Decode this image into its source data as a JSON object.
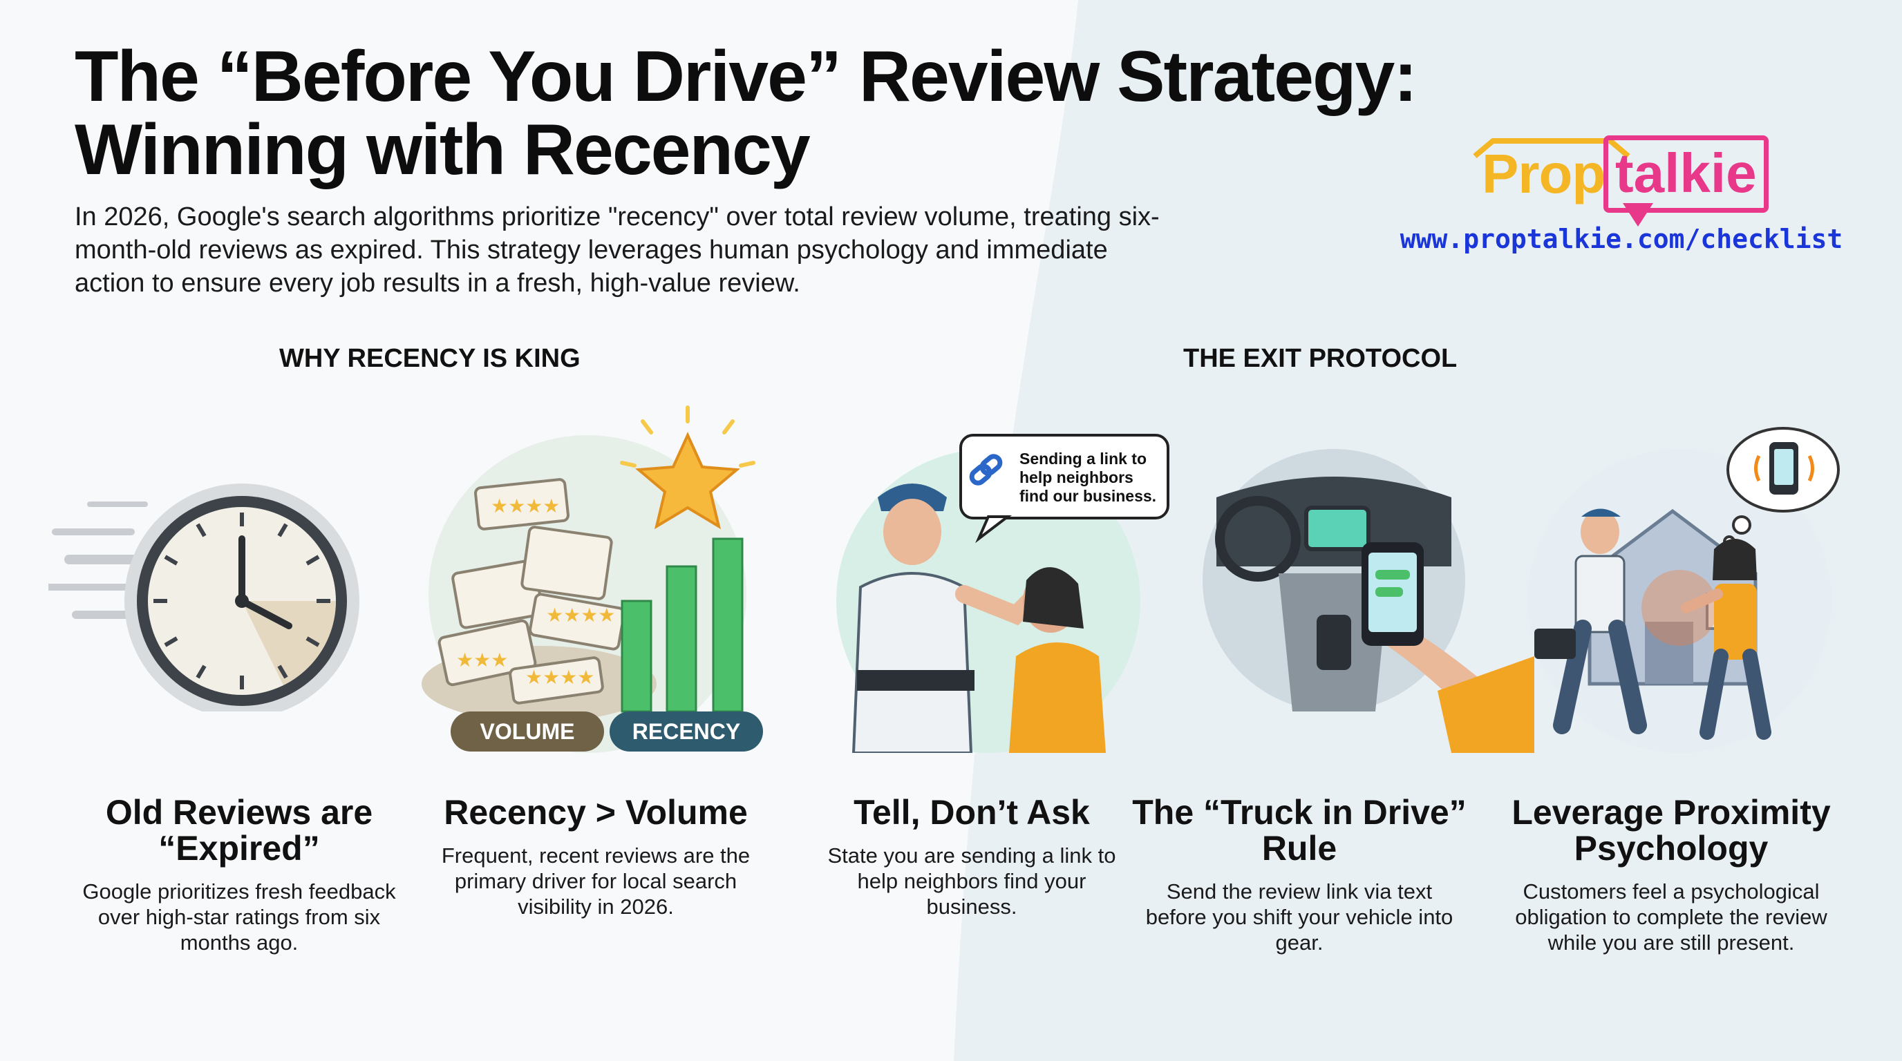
{
  "title_line1": "The “Before You Drive” Review Strategy:",
  "title_line2": "Winning with Recency",
  "subtitle": "In 2026, Google's search algorithms prioritize \"recency\" over total review volume, treating six-month-old reviews as expired. This strategy leverages human psychology and immediate action to ensure every job results in a fresh, high-value review.",
  "logo": {
    "part1": "Prop",
    "part2": "talkie"
  },
  "url": "www.proptalkie.com/checklist",
  "sections": {
    "left": "WHY RECENCY IS KING",
    "right": "THE EXIT PROTOCOL"
  },
  "illustrations": {
    "volume_label": "VOLUME",
    "recency_label": "RECENCY",
    "bubble_line1": "Sending a link to",
    "bubble_line2": "help neighbors",
    "bubble_line3": "find our business."
  },
  "cards": [
    {
      "title": "Old Reviews are “Expired”",
      "desc": "Google prioritizes fresh feedback over high-star ratings from six months ago."
    },
    {
      "title": "Recency > Volume",
      "desc": "Frequent, recent reviews are the primary driver for local search visibility in 2026."
    },
    {
      "title": "Tell, Don’t Ask",
      "desc": "State you are sending a link to help neighbors find your business."
    },
    {
      "title": "The “Truck in Drive” Rule",
      "desc": "Send the review link via text before you shift your vehicle into gear."
    },
    {
      "title": "Leverage Proximity Psychology",
      "desc": "Customers feel a psychological obligation to complete the review while you are still present."
    }
  ],
  "colors": {
    "accent_blue": "#1a35d8",
    "logo_yellow": "#f4b624",
    "logo_pink": "#e8388a",
    "volume_pill": "#6f6247",
    "recency_pill": "#2f5b6e",
    "bar_green": "#4cbf6a"
  }
}
